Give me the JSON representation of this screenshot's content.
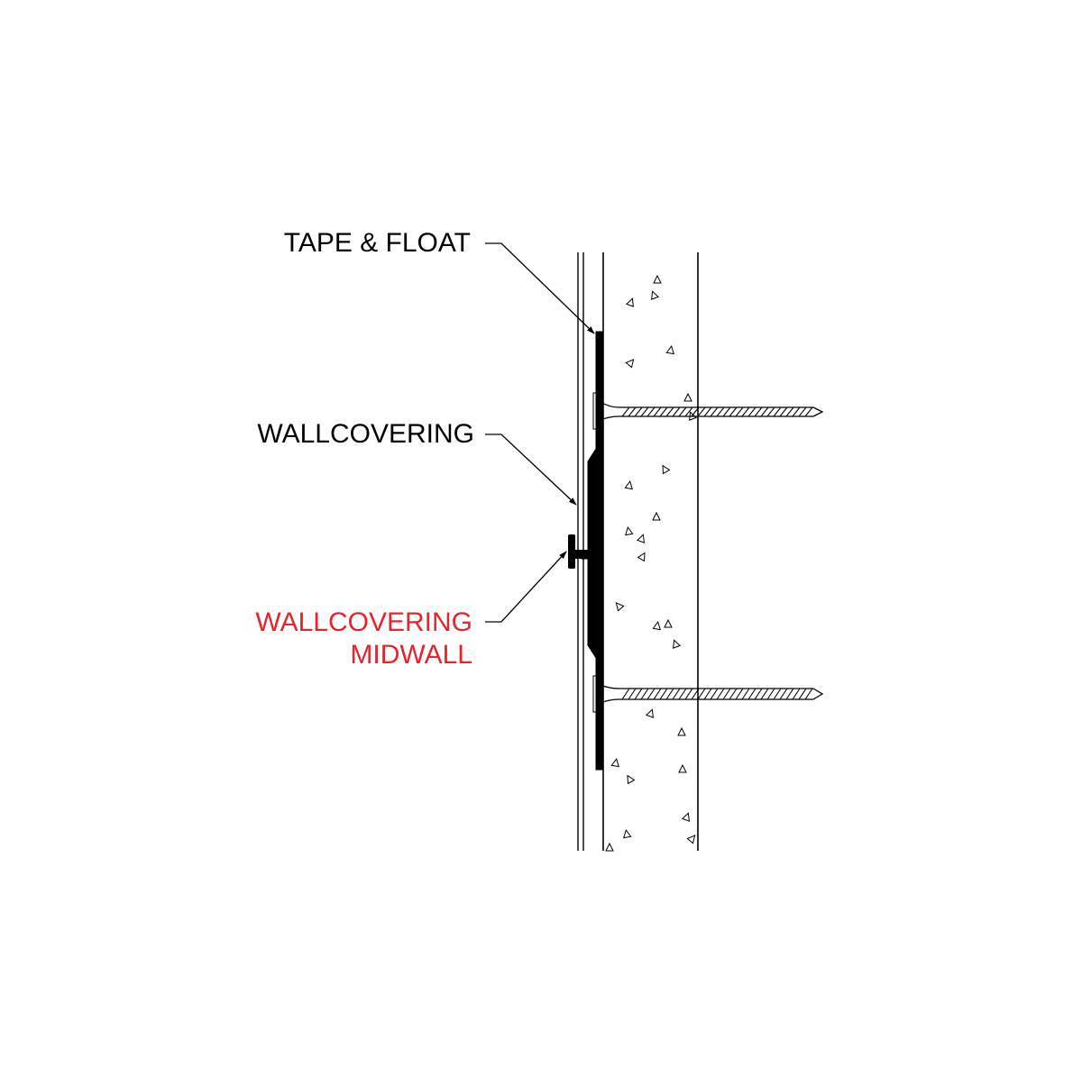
{
  "labels": {
    "tape_float": "TAPE & FLOAT",
    "wallcovering": "WALLCOVERING",
    "midwall_line1": "WALLCOVERING",
    "midwall_line2": "MIDWALL"
  },
  "colors": {
    "ink": "#000000",
    "highlight": "#e3262b",
    "background": "#ffffff"
  }
}
